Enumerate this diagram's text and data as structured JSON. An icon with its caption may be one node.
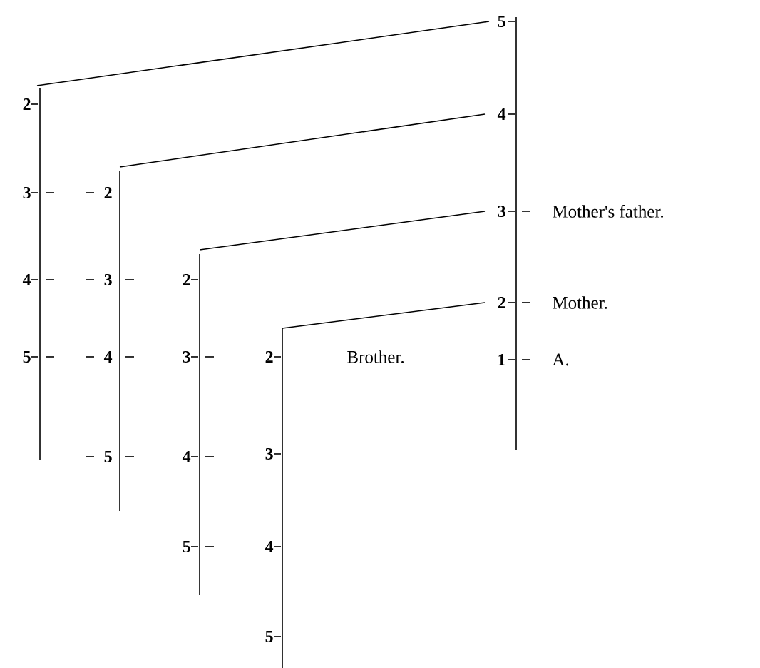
{
  "diagram": {
    "labels": [
      "5",
      "2",
      "4",
      "3",
      "2",
      "3",
      "Mother's father.",
      "4",
      "3",
      "2",
      "2",
      "Mother.",
      "5",
      "4",
      "3",
      "2",
      "Brother.",
      "1",
      "A.",
      "5",
      "4",
      "3",
      "5",
      "4",
      "5"
    ]
  }
}
